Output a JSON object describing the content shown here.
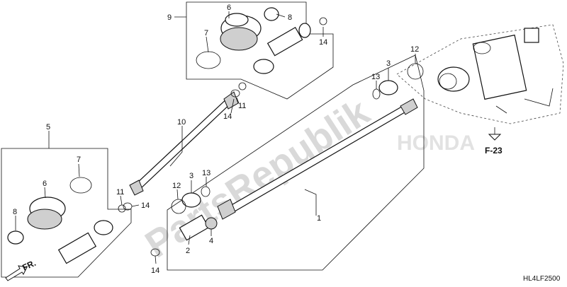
{
  "watermark": "PartsRepublik",
  "ghost_brand": "HONDA",
  "reference": {
    "label": "F-23"
  },
  "diagram_code": "HL4LF2500",
  "direction": {
    "label": "FR."
  },
  "part_numbers": {
    "p1": "1",
    "p2": "2",
    "p3a": "3",
    "p3b": "3",
    "p4": "4",
    "p5": "5",
    "p6a": "6",
    "p6b": "6",
    "p7a": "7",
    "p7b": "7",
    "p8a": "8",
    "p8b": "8",
    "p9": "9",
    "p10": "10",
    "p11a": "11",
    "p11b": "11",
    "p12a": "12",
    "p12b": "12",
    "p13a": "13",
    "p13b": "13",
    "p14a": "14",
    "p14b": "14",
    "p14c": "14",
    "p14d": "14"
  }
}
